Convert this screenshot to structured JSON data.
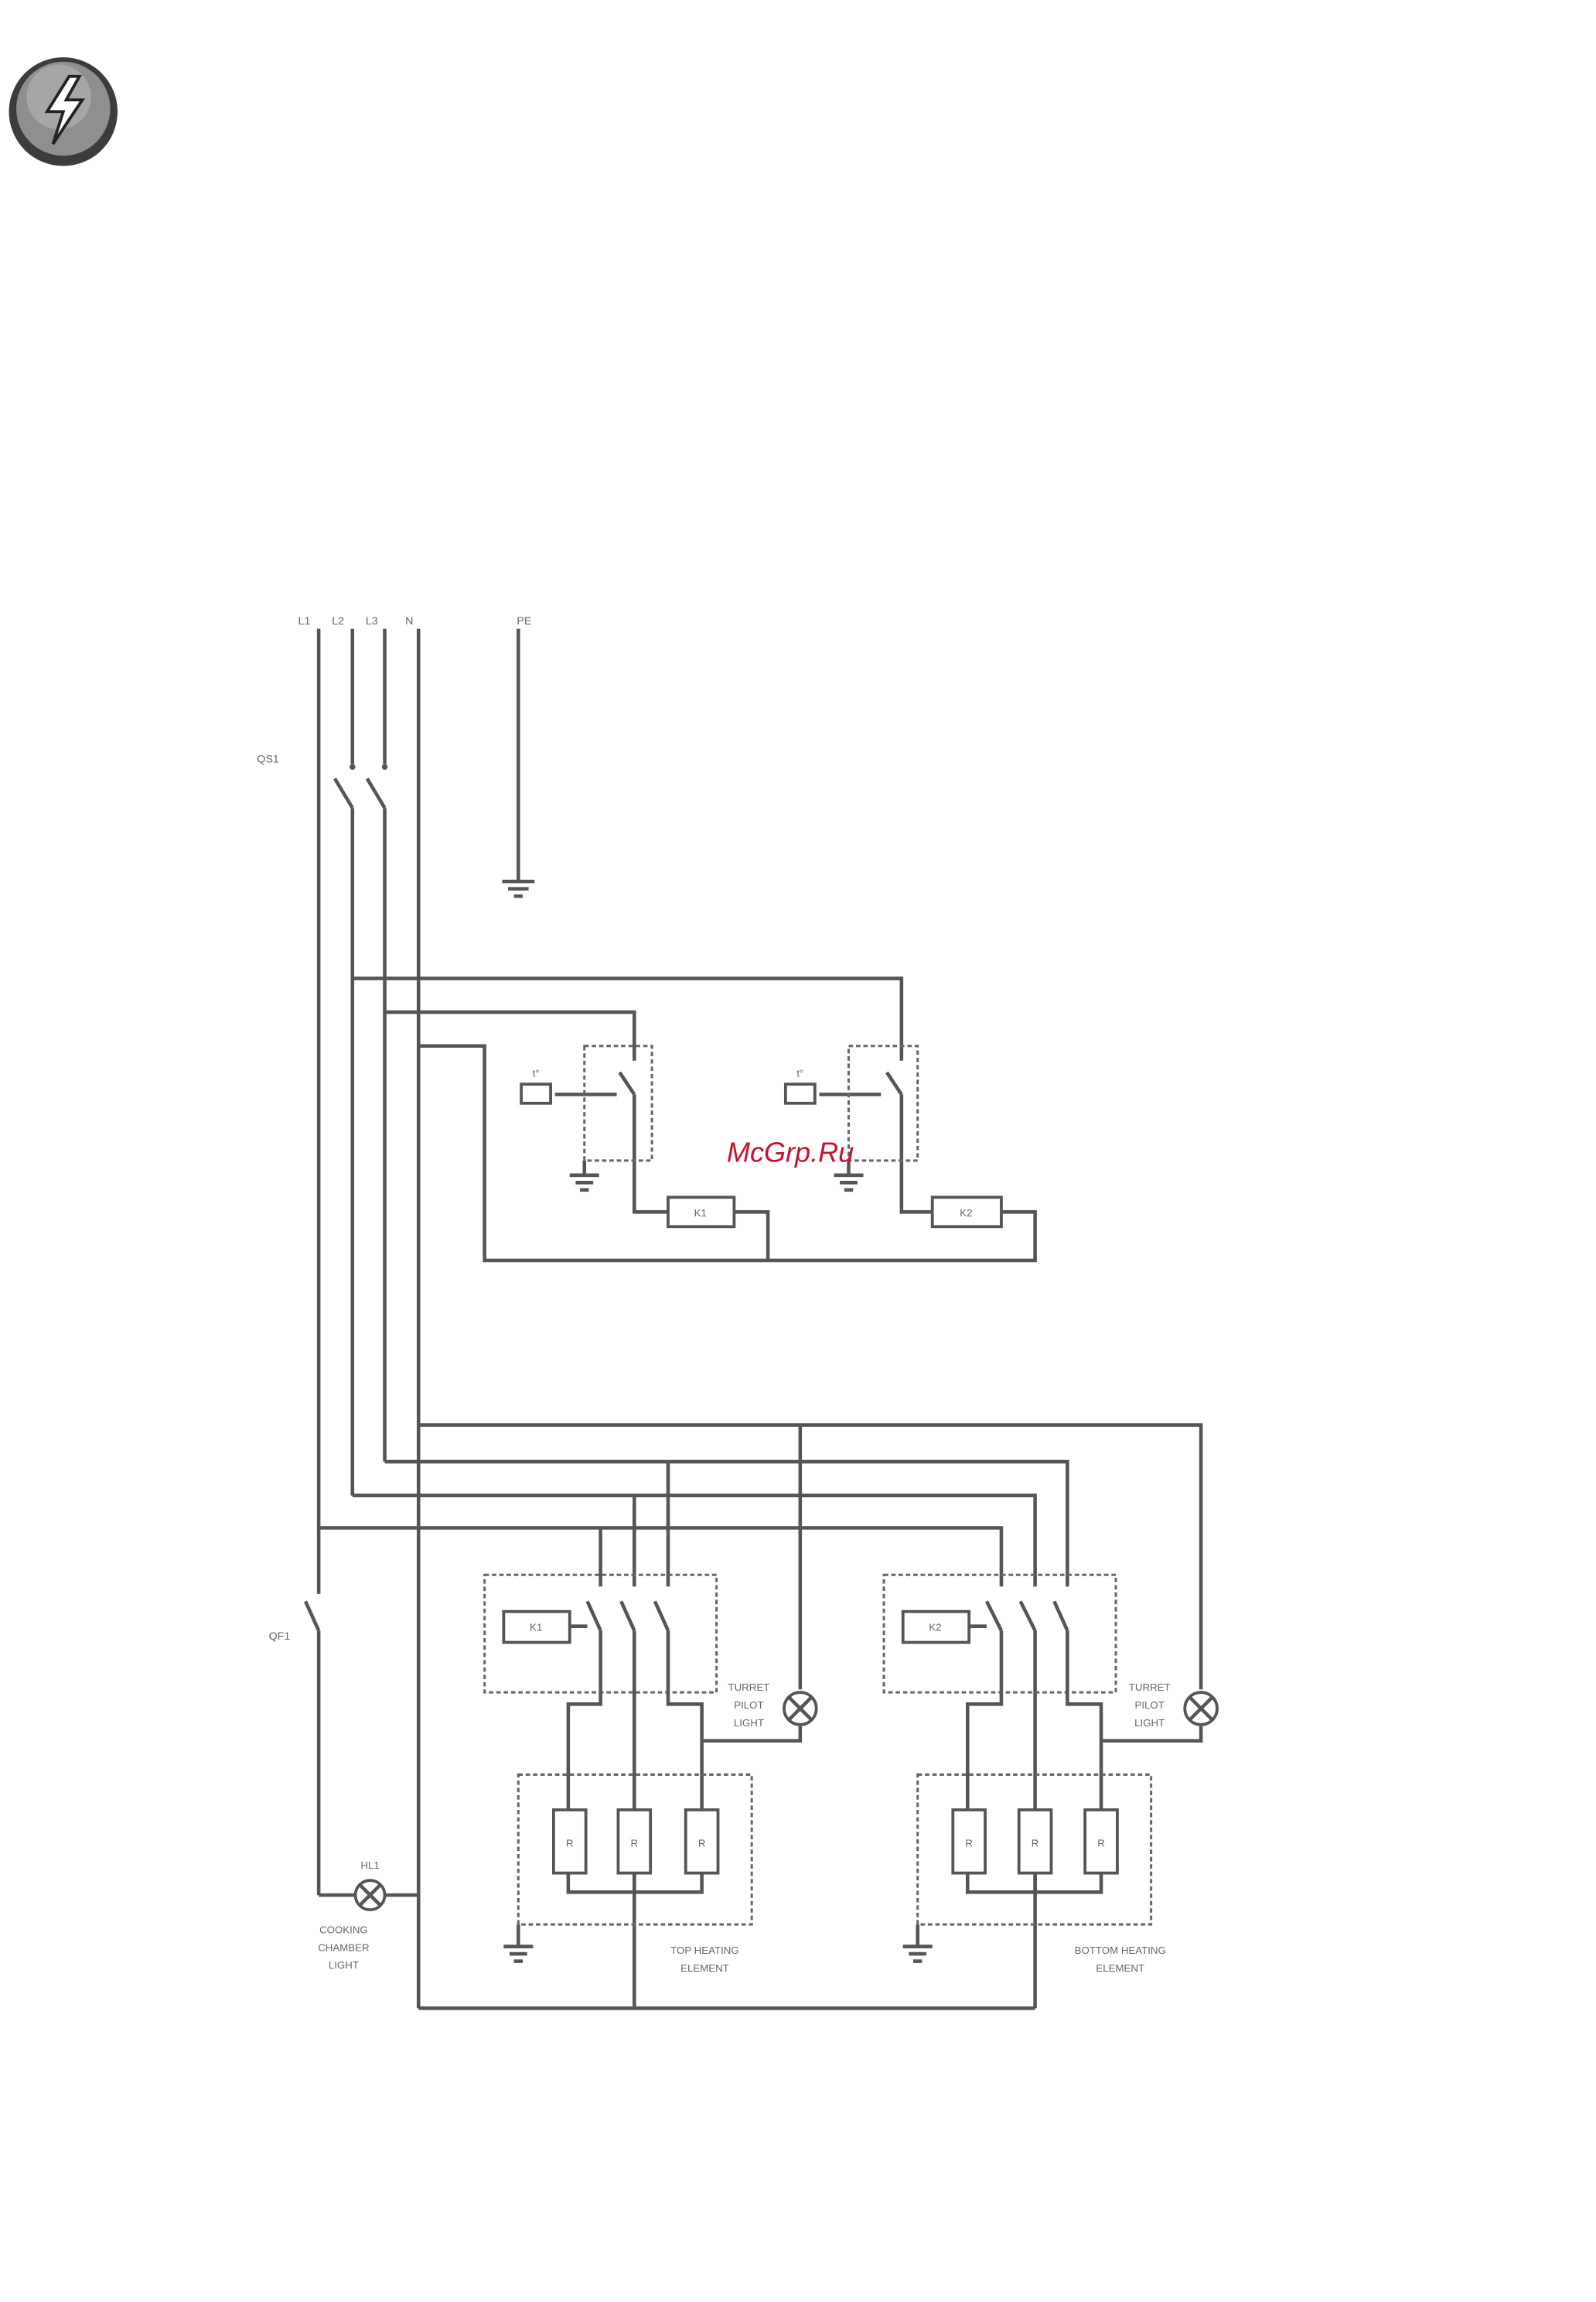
{
  "watermark": "McGrp.Ru",
  "logo": {
    "icon": "lightning-bolt-icon",
    "colors": {
      "outer": "#4a4a4a",
      "inner": "#9a9a9a"
    }
  },
  "diagram": {
    "supply_labels": {
      "l1": "L1",
      "l2": "L2",
      "l3": "L3",
      "n": "N",
      "pe": "PE"
    },
    "main_switch": "QS1",
    "light_switch": "QF1",
    "thermostats": {
      "k1": "K1",
      "k2": "K2",
      "t": "t°"
    },
    "contactors": {
      "k1": "K1",
      "k2": "K2"
    },
    "heaters": {
      "r": "R"
    },
    "pilot_light_top": [
      "TURRET",
      "PILOT",
      "LIGHT"
    ],
    "pilot_light_bottom": [
      "TURRET",
      "PILOT",
      "LIGHT"
    ],
    "chamber_lamp": "HL1",
    "chamber_light_label": [
      "COOKING",
      "CHAMBER",
      "LIGHT"
    ],
    "top_element_label": [
      "TOP HEATING",
      "ELEMENT"
    ],
    "bottom_element_label": [
      "BOTTOM HEATING",
      "ELEMENT"
    ]
  },
  "colors": {
    "line": "#555555",
    "watermark": "#c8102e"
  }
}
